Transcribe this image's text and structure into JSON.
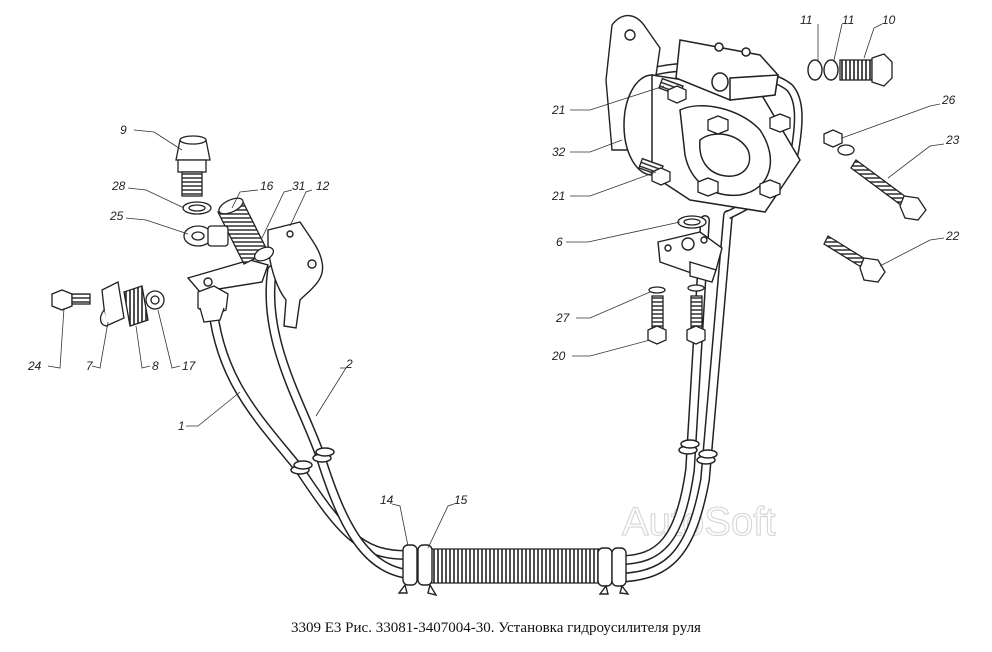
{
  "caption": "3309 Е3 Рис. 33081-3407004-30. Установка гидроусилителя руля",
  "watermark": "AutoSoft",
  "labels": {
    "l9": "9",
    "l28": "28",
    "l25": "25",
    "l16": "16",
    "l31": "31",
    "l12": "12",
    "l24": "24",
    "l7": "7",
    "l8": "8",
    "l17": "17",
    "l1": "1",
    "l2": "2",
    "l14": "14",
    "l15": "15",
    "l11a": "11",
    "l11b": "11",
    "l10": "10",
    "l21a": "21",
    "l32": "32",
    "l21b": "21",
    "l26": "26",
    "l23": "23",
    "l6": "6",
    "l22": "22",
    "l27": "27",
    "l20": "20"
  }
}
